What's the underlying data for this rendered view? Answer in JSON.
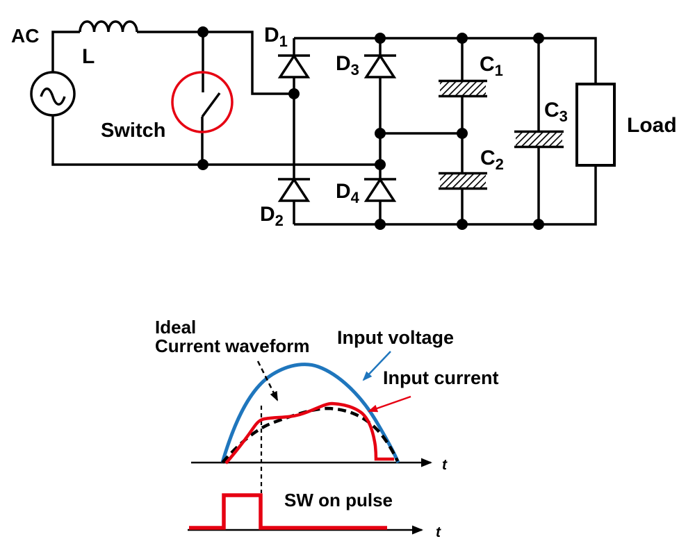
{
  "colors": {
    "line": "#000000",
    "red": "#e60012",
    "blue": "#1f76bd",
    "background": "#ffffff"
  },
  "circuit": {
    "source_label": "AC",
    "inductor_label": "L",
    "switch_label": "Switch",
    "diodes": {
      "d1": {
        "name": "D",
        "sub": "1"
      },
      "d2": {
        "name": "D",
        "sub": "2"
      },
      "d3": {
        "name": "D",
        "sub": "3"
      },
      "d4": {
        "name": "D",
        "sub": "4"
      }
    },
    "capacitors": {
      "c1": {
        "name": "C",
        "sub": "1"
      },
      "c2": {
        "name": "C",
        "sub": "2"
      },
      "c3": {
        "name": "C",
        "sub": "3"
      }
    },
    "load_label": "Load"
  },
  "waveform": {
    "ideal_label_line1": "Ideal",
    "ideal_label_line2": "Current waveform",
    "voltage_label": "Input voltage",
    "current_label": "Input current",
    "pulse_label": "SW on pulse",
    "time_axis_label": "t",
    "series": [
      {
        "name": "Input voltage",
        "color": "#1f76bd",
        "style": "solid",
        "shape": "half-sine arch over one half cycle"
      },
      {
        "name": "Ideal current waveform",
        "color": "#000000",
        "style": "dashed",
        "shape": "flattened arch below voltage"
      },
      {
        "name": "Input current",
        "color": "#e60012",
        "style": "solid",
        "shape": "distorted arch: boost rise while switch on, early cutoff"
      },
      {
        "name": "SW on pulse",
        "color": "#e60012",
        "style": "solid",
        "shape": "single rectangular pulse aligned with current rise"
      }
    ]
  }
}
